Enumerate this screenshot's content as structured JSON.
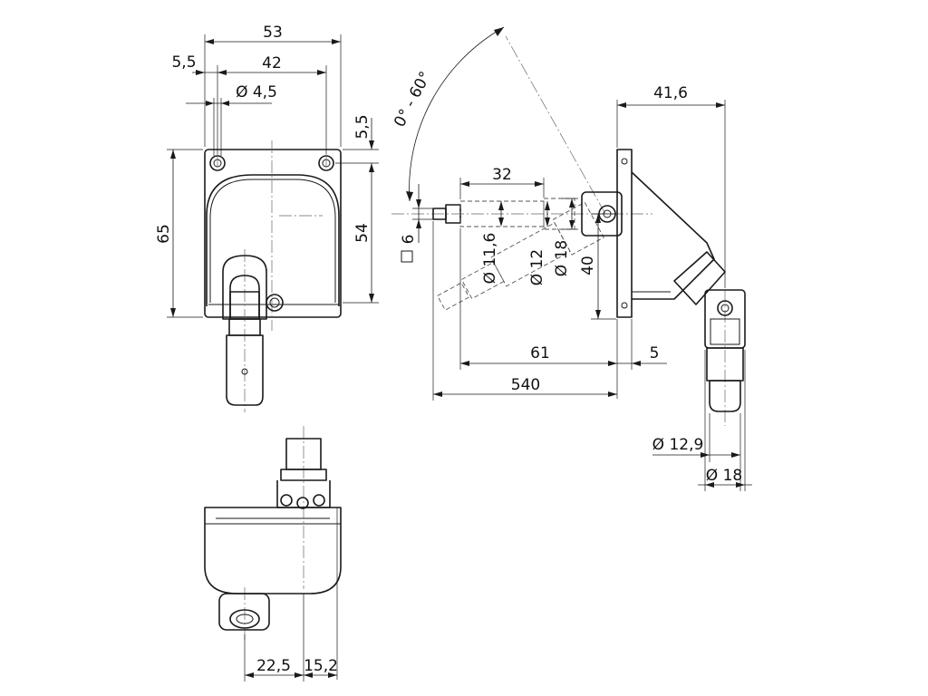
{
  "colors": {
    "line": "#1a1a1a",
    "background": "#ffffff",
    "centerline": "#666666"
  },
  "front_view": {
    "width_overall": "53",
    "inset_left": "5,5",
    "hole_spacing": "42",
    "hole_diameter": "Ø 4,5",
    "height_overall": "65",
    "hole_height": "54",
    "inset_top": "5,5"
  },
  "side_view": {
    "angle_range": "0° - 60°",
    "rod_length": "32",
    "square_size": "6",
    "dia_11_6": "Ø 11,6",
    "dia_12": "Ø 12",
    "dia_18": "Ø 18",
    "height_40": "40",
    "width_41_6": "41,6",
    "offset_61": "61",
    "plate_5": "5",
    "overall_540": "540",
    "dia_12_9": "Ø 12,9",
    "dia_18_bottom": "Ø 18"
  },
  "top_view": {
    "offset_22_5": "22,5",
    "offset_15_2": "15,2"
  }
}
